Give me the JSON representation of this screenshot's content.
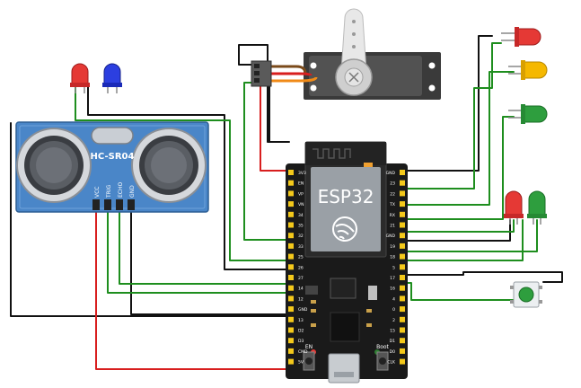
{
  "sensor": {
    "label": "HC-SR04",
    "pins": [
      "VCC",
      "TRIG",
      "ECHO",
      "GND"
    ]
  },
  "board": {
    "name": "ESP32",
    "button_en": "EN",
    "button_boot": "Boot",
    "left_pins": [
      "3V3",
      "EN",
      "VP",
      "VN",
      "34",
      "35",
      "32",
      "33",
      "25",
      "26",
      "27",
      "14",
      "12",
      "GND",
      "13",
      "D2",
      "D3",
      "CMD",
      "5V"
    ],
    "right_pins": [
      "GND",
      "23",
      "22",
      "TX",
      "RX",
      "21",
      "GND",
      "19",
      "18",
      "5",
      "17",
      "16",
      "4",
      "0",
      "2",
      "15",
      "D1",
      "D0",
      "CLK"
    ]
  },
  "colors": {
    "wire_green": "#1e8e1e",
    "wire_red": "#d81e1e",
    "wire_black": "#111111",
    "sensor_blue": "#4a86c8",
    "board_black": "#1a1a1a",
    "pin_yellow": "#f4c91b"
  },
  "leds": [
    "red",
    "blue",
    "red",
    "yellow",
    "green",
    "red",
    "green"
  ],
  "icons": [
    "servo-motor",
    "ultrasonic-sensor",
    "esp32-board",
    "push-button"
  ]
}
